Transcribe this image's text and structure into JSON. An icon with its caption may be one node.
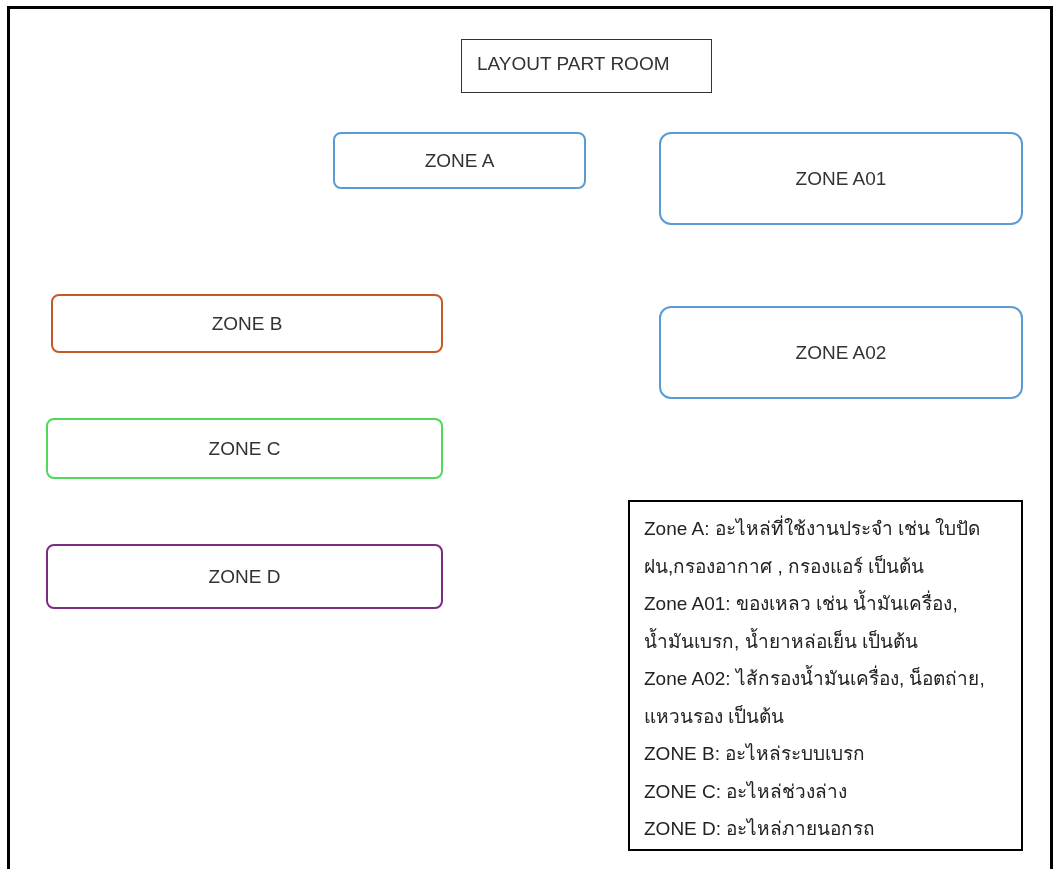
{
  "diagram": {
    "nodes": [
      {
        "text": [
          "LAYOUT PART ROOM"
        ]
      },
      {
        "text": [
          "ZONE A"
        ]
      },
      {
        "text": [
          "ZONE A01"
        ]
      },
      {
        "text": [
          "ZONE B"
        ]
      },
      {
        "text": [
          "ZONE A02"
        ]
      },
      {
        "text": [
          "ZONE C"
        ]
      },
      {
        "text": [
          "ZONE D"
        ]
      },
      {
        "text": [
          "Zone A: อะไหล่ที่ใช้งานประจำ เช่น ใบปัดฝน,กรองอากาศ , กรองแอร์ เป็นต้น",
          "Zone A01: ของเหลว เช่น น้ำมันเครื่อง, น้ำมันเบรก, น้ำยาหล่อเย็น เป็นต้น",
          "Zone A02: ไส้กรองน้ำมันเครื่อง, น็อตถ่าย, แหวนรอง เป็นต้น",
          "ZONE B: อะไหล่ระบบเบรก",
          "ZONE C: อะไหล่ช่วงล่าง",
          "ZONE D: อะไหล่ภายนอกรถ"
        ]
      }
    ],
    "edges": []
  }
}
